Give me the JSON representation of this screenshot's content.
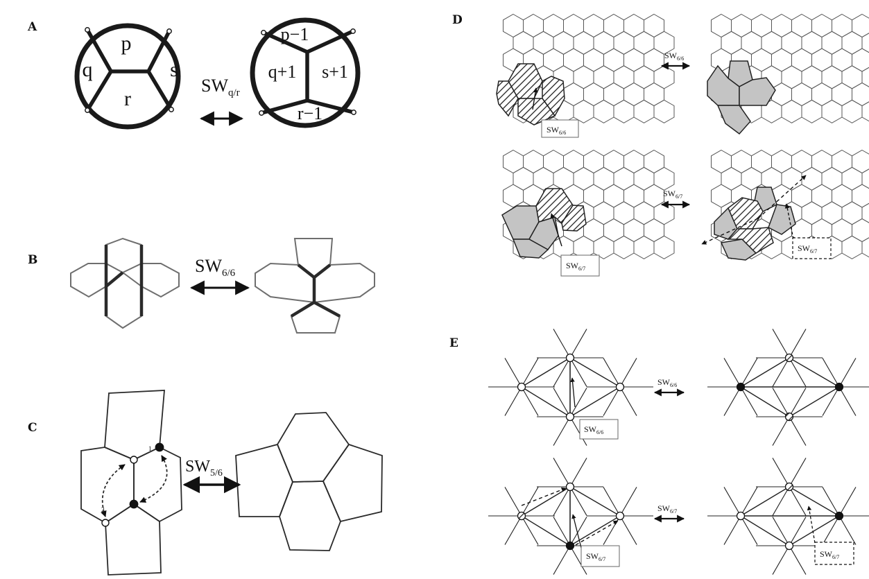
{
  "panels": {
    "A": {
      "label": "A",
      "left_faces": {
        "top": "p",
        "left": "q",
        "right": "s",
        "bottom": "r"
      },
      "right_faces": {
        "top": "p−1",
        "left": "q+1",
        "right": "s+1",
        "bottom": "r−1"
      },
      "arrow": {
        "main": "SW",
        "sub": "q/r"
      }
    },
    "B": {
      "label": "B",
      "arrow": {
        "main": "SW",
        "sub": "6/6"
      }
    },
    "C": {
      "label": "C",
      "arrow": {
        "main": "SW",
        "sub": "5/6"
      },
      "vertex_labels": [
        "1",
        "2"
      ]
    },
    "D": {
      "label": "D",
      "top_arrow": {
        "main": "SW",
        "sub": "6/6"
      },
      "top_box": {
        "main": "SW",
        "sub": "6/6"
      },
      "bottom_arrow": {
        "main": "SW",
        "sub": "6/7"
      },
      "bottom_box_left": {
        "main": "SW",
        "sub": "6/7"
      },
      "bottom_box_right": {
        "main": "SW",
        "sub": "6/7"
      }
    },
    "E": {
      "label": "E",
      "top_arrow": {
        "main": "SW",
        "sub": "6/6"
      },
      "top_box": {
        "main": "SW",
        "sub": "6/6"
      },
      "bottom_arrow": {
        "main": "SW",
        "sub": "6/7"
      },
      "bottom_box_left": {
        "main": "SW",
        "sub": "6/7"
      },
      "bottom_box_right": {
        "main": "SW",
        "sub": "6/7"
      }
    }
  },
  "colors": {
    "line": "#1a1a1a",
    "grey_fill": "#c4c4c4",
    "hatch": "#222222"
  }
}
